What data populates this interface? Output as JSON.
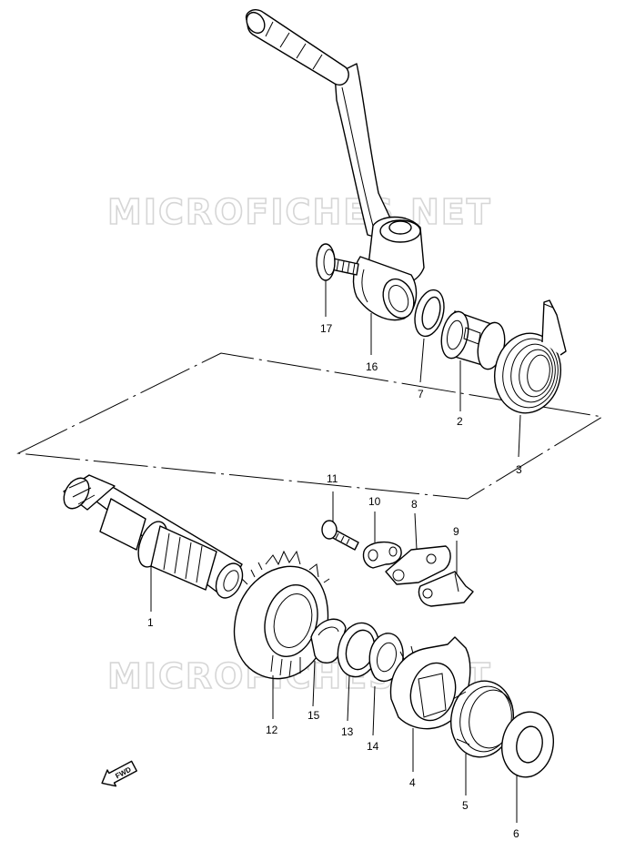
{
  "watermark": {
    "top": "MICROFICHES.NET",
    "bottom": "MICROFICHES.NET"
  },
  "fwd_badge": "FWD",
  "callouts": {
    "p1": "1",
    "p2": "2",
    "p3": "3",
    "p4": "4",
    "p5": "5",
    "p6": "6",
    "p7": "7",
    "p8": "8",
    "p9": "9",
    "p10": "10",
    "p11": "11",
    "p12": "12",
    "p13": "13",
    "p14": "14",
    "p15": "15",
    "p16": "16",
    "p17": "17"
  }
}
